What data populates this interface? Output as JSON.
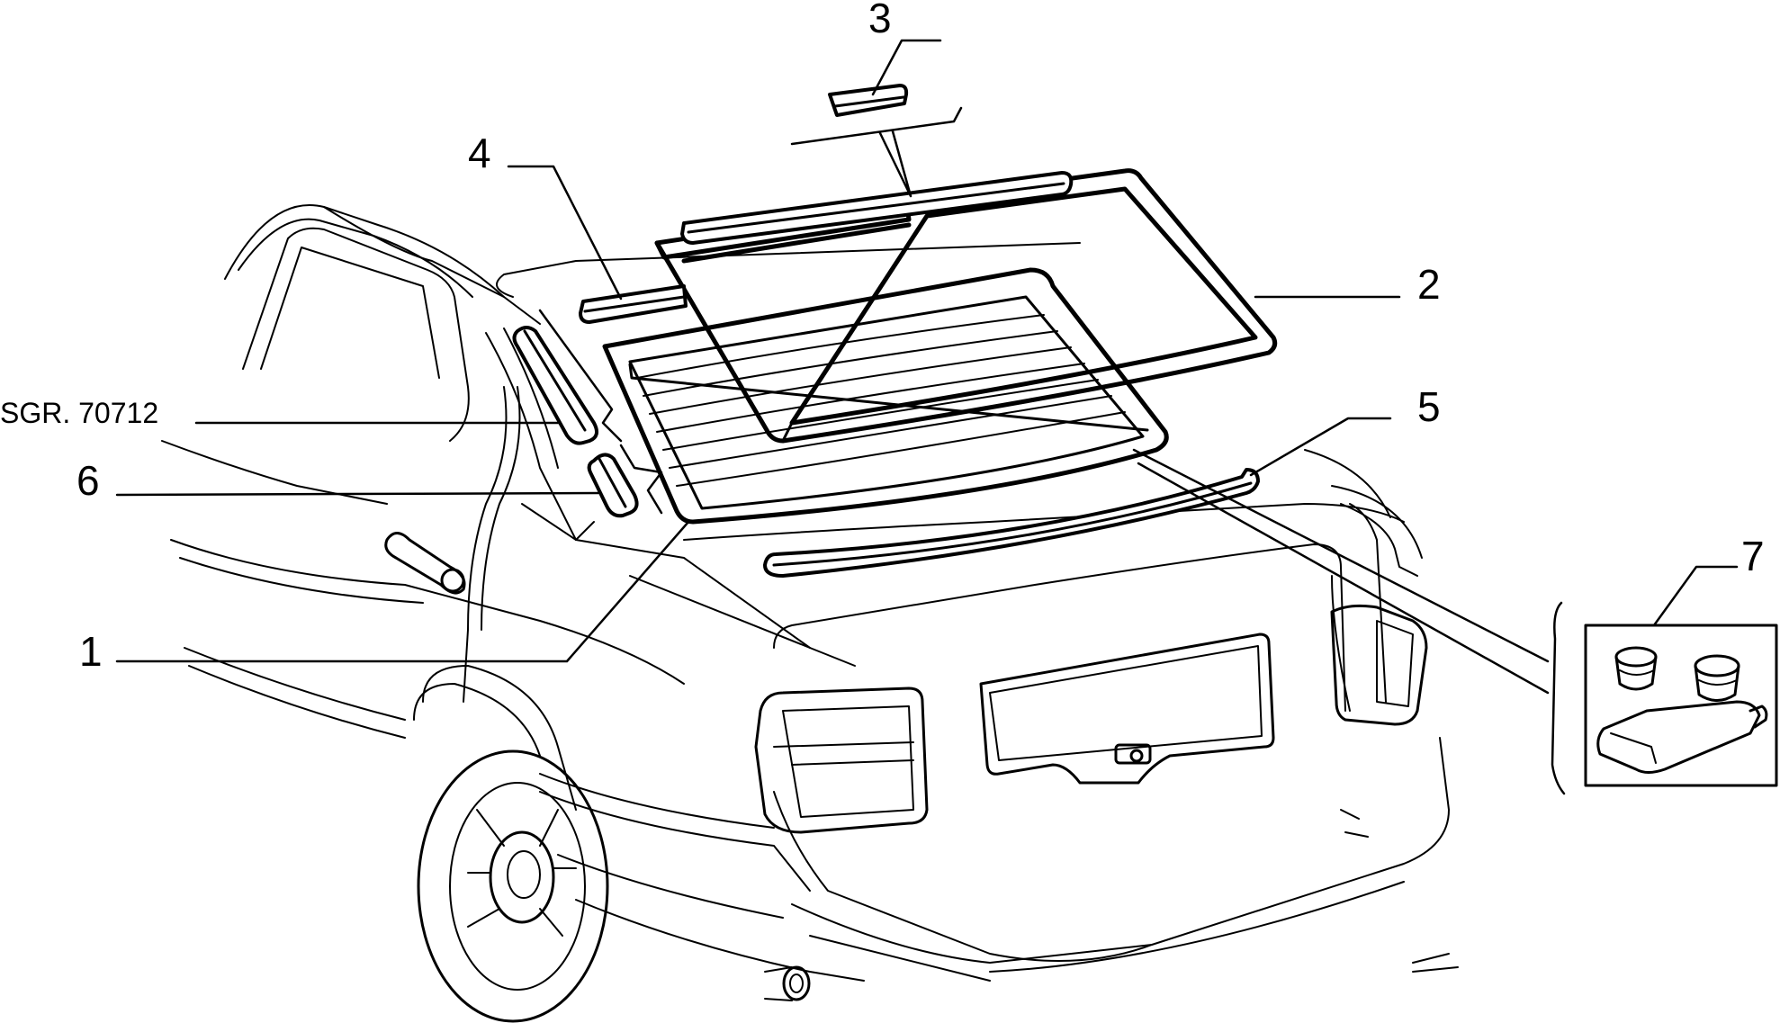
{
  "callouts": {
    "c1": "1",
    "c2": "2",
    "c3": "3",
    "c4": "4",
    "c5": "5",
    "c6": "6",
    "c7": "7",
    "ref": "SGR. 70712"
  },
  "colors": {
    "line": "#000000",
    "background": "#ffffff"
  }
}
